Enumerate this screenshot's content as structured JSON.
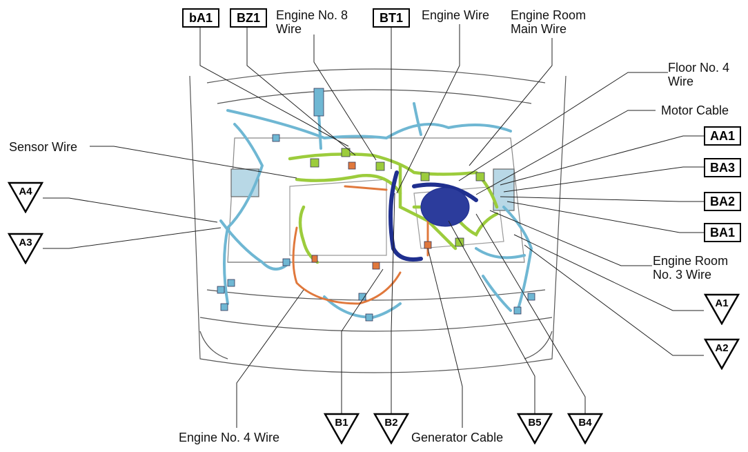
{
  "labels": {
    "engine_no8_wire": [
      "Engine No. 8",
      "Wire"
    ],
    "engine_wire": "Engine Wire",
    "engine_room_main_wire": [
      "Engine Room",
      "Main Wire"
    ],
    "floor_no4_wire": [
      "Floor No. 4",
      "Wire"
    ],
    "motor_cable": "Motor Cable",
    "sensor_wire": "Sensor Wire",
    "engine_room_no3_wire": [
      "Engine Room",
      "No. 3 Wire"
    ],
    "engine_no4_wire": "Engine No. 4 Wire",
    "generator_cable": "Generator Cable"
  },
  "boxed_codes": {
    "bA1": "bA1",
    "BZ1": "BZ1",
    "BT1": "BT1",
    "AA1": "AA1",
    "BA3": "BA3",
    "BA2": "BA2",
    "BA1": "BA1"
  },
  "triangle_codes": {
    "A4": "A4",
    "A3": "A3",
    "A1": "A1",
    "A2": "A2",
    "B1": "B1",
    "B2": "B2",
    "B5": "B5",
    "B4": "B4"
  },
  "colors": {
    "blue_wire": "#6fb7d3",
    "green_wire": "#9ccc3c",
    "orange_wire": "#e0783c",
    "motor_cable": "#1f2f8f",
    "outline": "#444444"
  }
}
